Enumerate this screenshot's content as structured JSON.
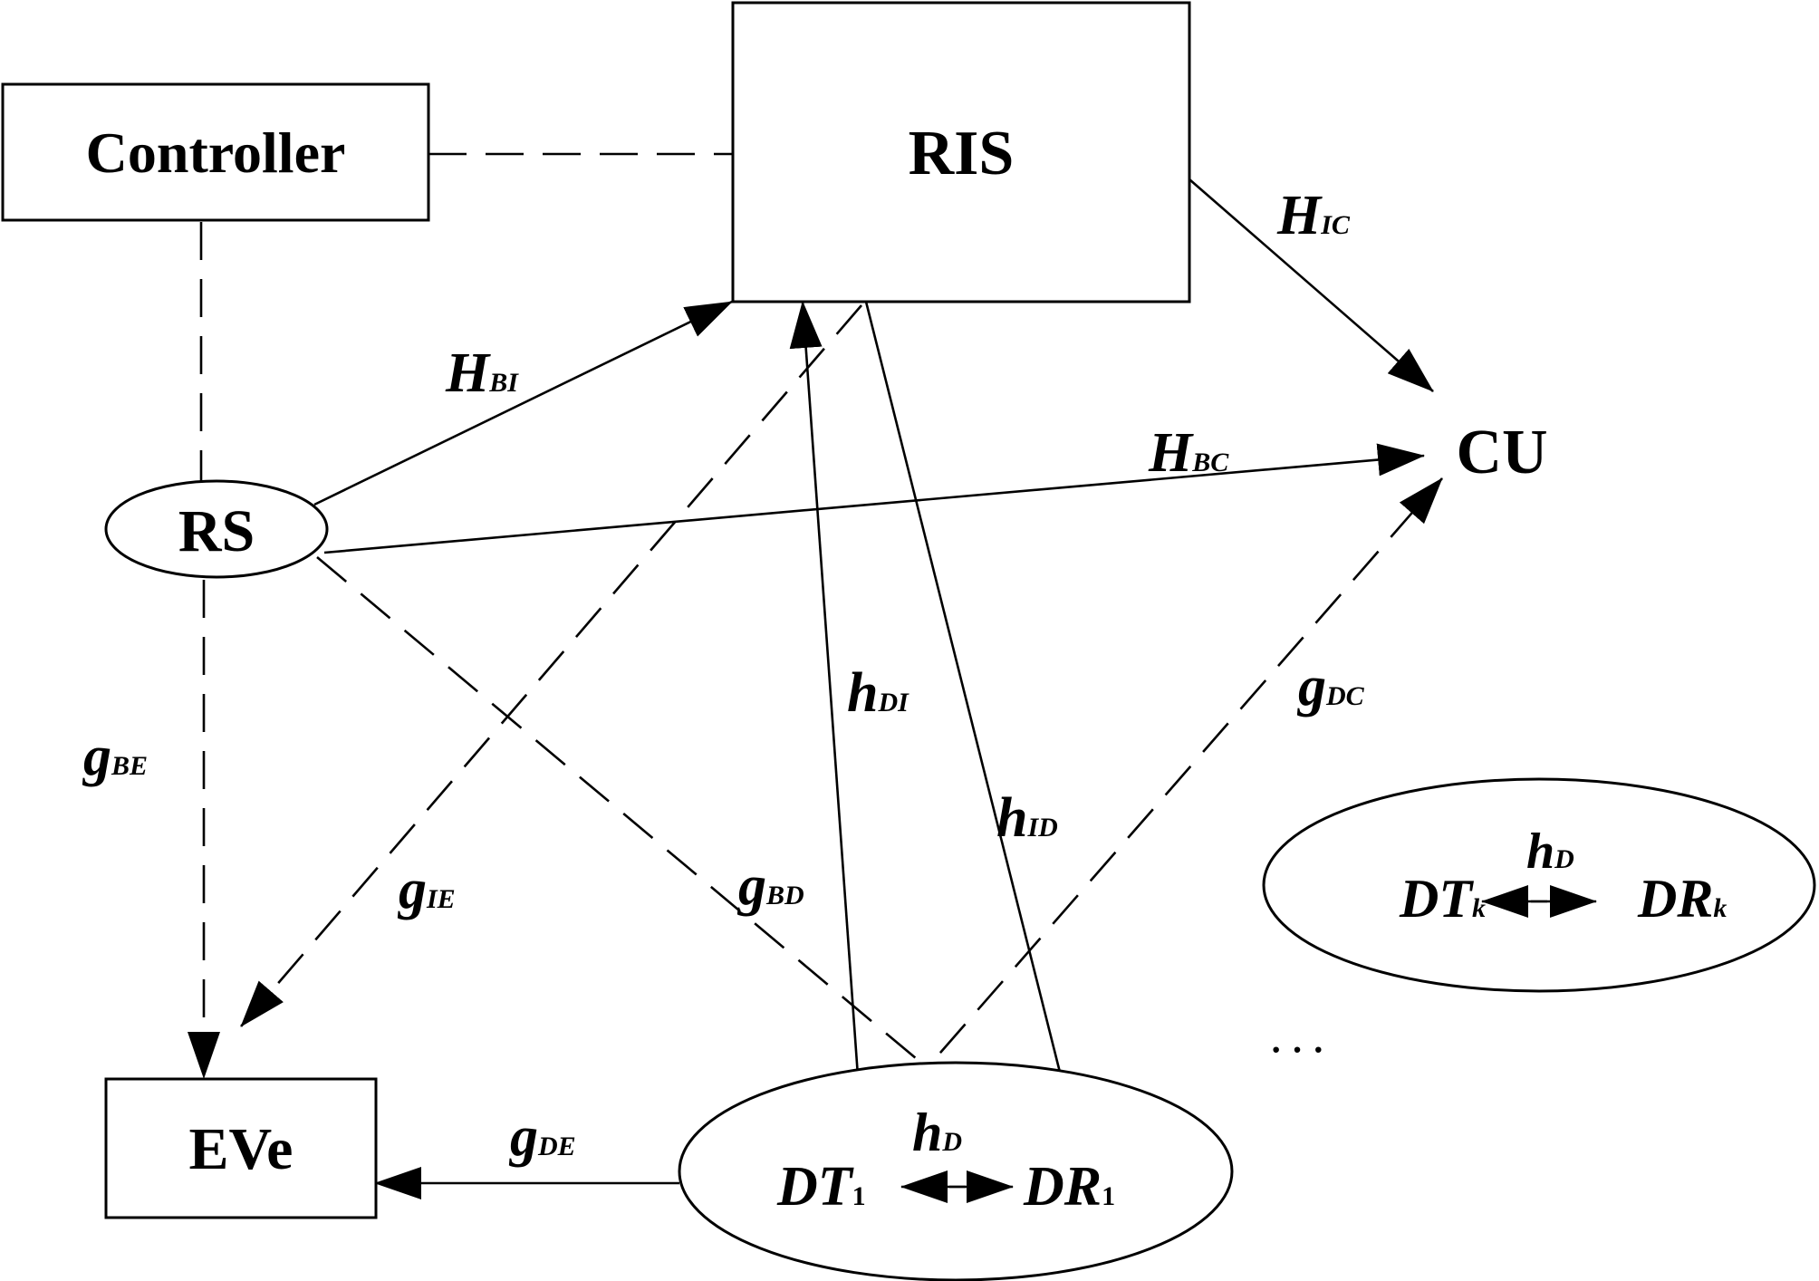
{
  "nodes": {
    "controller": "Controller",
    "ris": "RIS",
    "cu": "CU",
    "rs": "RS",
    "eve": "EVe"
  },
  "pair1": {
    "tx_main": "DT",
    "tx_sub": "1",
    "rx_main": "DR",
    "rx_sub": "1",
    "link_main": "h",
    "link_sub": "D"
  },
  "pairk": {
    "tx_main": "DT",
    "tx_sub": "k",
    "rx_main": "DR",
    "rx_sub": "k",
    "link_main": "h",
    "link_sub": "D"
  },
  "ellipsis": "· · ·",
  "channels": {
    "H_IC": {
      "main": "H",
      "sub": "IC"
    },
    "H_BI": {
      "main": "H",
      "sub": "BI"
    },
    "H_BC": {
      "main": "H",
      "sub": "BC"
    },
    "h_DI": {
      "main": "h",
      "sub": "DI"
    },
    "h_ID": {
      "main": "h",
      "sub": "ID"
    },
    "g_DC": {
      "main": "g",
      "sub": "DC"
    },
    "g_BE": {
      "main": "g",
      "sub": "BE"
    },
    "g_IE": {
      "main": "g",
      "sub": "IE"
    },
    "g_BD": {
      "main": "g",
      "sub": "BD"
    },
    "g_DE": {
      "main": "g",
      "sub": "DE"
    }
  }
}
